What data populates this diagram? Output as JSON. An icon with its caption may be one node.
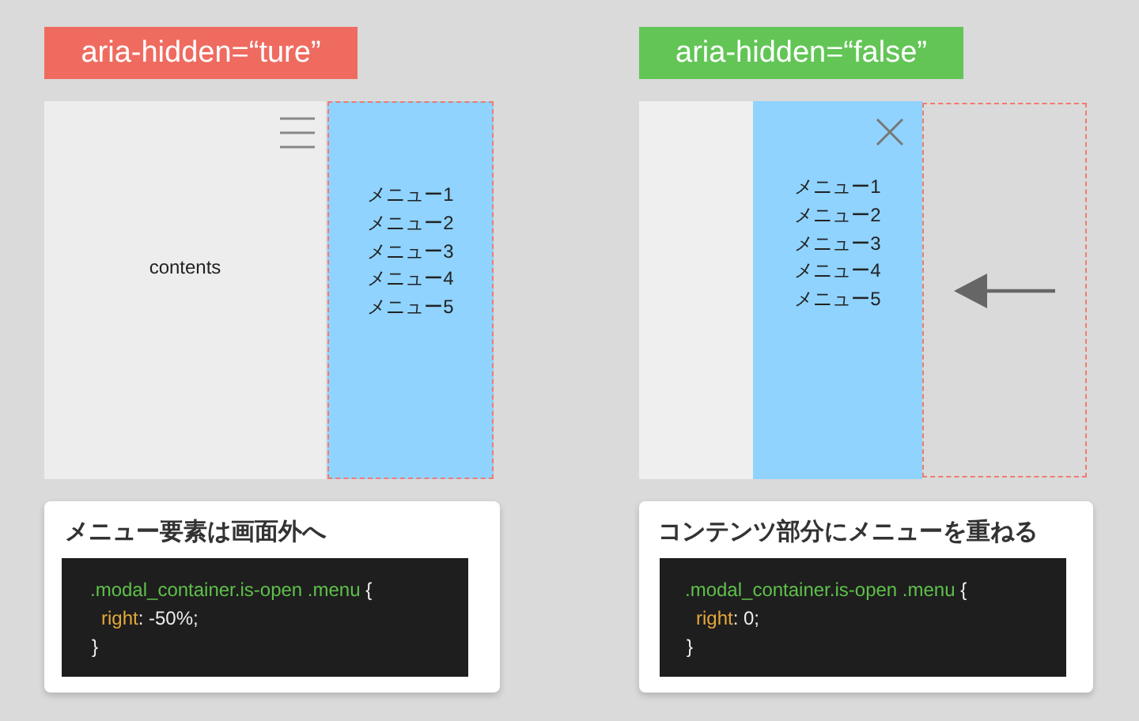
{
  "diagram": {
    "nodes": [
      {
        "text": [
          "aria-hidden=“ture”"
        ]
      },
      {
        "text": [
          "aria-hidden=“false”"
        ]
      },
      {
        "text": [
          "contents"
        ]
      },
      {
        "text": [
          "メニュー1",
          "メニュー2",
          "メニュー3",
          "メニュー4",
          "メニュー5"
        ]
      },
      {
        "text": [],
        "shape": "box"
      },
      {
        "text": [
          "メニュー1",
          "メニュー2",
          "メニュー3",
          "メニュー4",
          "メニュー5"
        ]
      },
      {
        "text": [],
        "shape": "box"
      },
      {
        "text": [
          "メニュー要素は画面外へ"
        ]
      },
      {
        "text": [
          ".modal_container.is-open .menu {",
          "right: -50%;",
          "}"
        ],
        "in": 7
      },
      {
        "text": [
          "コンテンツ部分にメニューを重ねる"
        ]
      },
      {
        "text": [
          ".modal_container.is-open .menu {",
          "right: 0;",
          "}"
        ],
        "in": 9
      }
    ]
  }
}
